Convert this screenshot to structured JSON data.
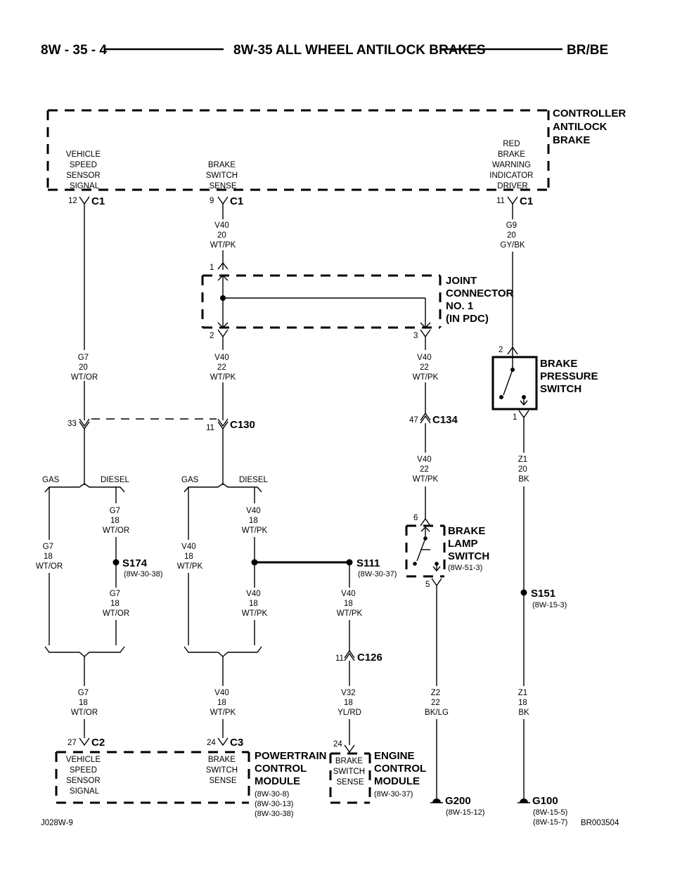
{
  "header": {
    "page_number": "8W - 35 - 4",
    "section_title": "8W-35 ALL WHEEL ANTILOCK BRAKES",
    "model": "BR/BE"
  },
  "footer": {
    "left_code": "J028W-9",
    "right_code": "BR003504"
  },
  "components": {
    "cab": {
      "title": [
        "CONTROLLER",
        "ANTILOCK",
        "BRAKE"
      ],
      "pins": {
        "vss": [
          "VEHICLE",
          "SPEED",
          "SENSOR",
          "SIGNAL"
        ],
        "bss": [
          "BRAKE",
          "SWITCH",
          "SENSE"
        ],
        "red": [
          "RED",
          "BRAKE",
          "WARNING",
          "INDICATOR",
          "DRIVER"
        ]
      }
    },
    "joint": {
      "title": [
        "JOINT",
        "CONNECTOR",
        "NO. 1",
        "(IN PDC)"
      ]
    },
    "bps": {
      "title": [
        "BRAKE",
        "PRESSURE",
        "SWITCH"
      ]
    },
    "bls": {
      "title": [
        "BRAKE",
        "LAMP",
        "SWITCH"
      ],
      "ref": "(8W-51-3)"
    },
    "pcm": {
      "title": [
        "POWERTRAIN",
        "CONTROL",
        "MODULE"
      ],
      "refs": [
        "(8W-30-8)",
        "(8W-30-13)",
        "(8W-30-38)"
      ],
      "pins": {
        "vss": [
          "VEHICLE",
          "SPEED",
          "SENSOR",
          "SIGNAL"
        ],
        "bss": [
          "BRAKE",
          "SWITCH",
          "SENSE"
        ]
      }
    },
    "ecm": {
      "title": [
        "ENGINE",
        "CONTROL",
        "MODULE"
      ],
      "ref": "(8W-30-37)",
      "pins": {
        "bss": [
          "BRAKE",
          "SWITCH",
          "SENSE"
        ]
      }
    }
  },
  "connectors": {
    "c1a": {
      "name": "C1",
      "pin": "12"
    },
    "c1b": {
      "name": "C1",
      "pin": "9"
    },
    "c1c": {
      "name": "C1",
      "pin": "11"
    },
    "c130": {
      "name": "C130",
      "pin_left": "33",
      "pin_right": "11"
    },
    "c134": {
      "name": "C134",
      "pin": "47"
    },
    "c126": {
      "name": "C126",
      "pin": "11"
    },
    "c2": {
      "name": "C2",
      "pin": "27"
    },
    "c3": {
      "name": "C3",
      "pin": "24"
    },
    "ecm_pin": "24",
    "joint_pins": {
      "top": "1",
      "bottom_left": "2",
      "bottom_right": "3"
    },
    "bps_pins": {
      "top": "2",
      "bottom": "1"
    },
    "bls_pins": {
      "top": "6",
      "bottom": "5"
    }
  },
  "splices": {
    "s174": {
      "name": "S174",
      "ref": "(8W-30-38)"
    },
    "s111": {
      "name": "S111",
      "ref": "(8W-30-37)"
    },
    "s151": {
      "name": "S151",
      "ref": "(8W-15-3)"
    }
  },
  "grounds": {
    "g200": {
      "name": "G200",
      "ref": "(8W-15-12)"
    },
    "g100": {
      "name": "G100",
      "refs": [
        "(8W-15-5)",
        "(8W-15-7)"
      ]
    }
  },
  "options": {
    "left": {
      "gas": "GAS",
      "diesel": "DIESEL"
    },
    "mid": {
      "gas": "GAS",
      "diesel": "DIESEL"
    }
  },
  "wires": {
    "v40_top": [
      "V40",
      "20",
      "WT/PK"
    ],
    "g9_top": [
      "G9",
      "20",
      "GY/BK"
    ],
    "g7_20": [
      "G7",
      "20",
      "WT/OR"
    ],
    "v40_22a": [
      "V40",
      "22",
      "WT/PK"
    ],
    "v40_22b": [
      "V40",
      "22",
      "WT/PK"
    ],
    "v40_22c": [
      "V40",
      "22",
      "WT/PK"
    ],
    "z1_20": [
      "Z1",
      "20",
      "BK"
    ],
    "g7_18_diesel": [
      "G7",
      "18",
      "WT/OR"
    ],
    "g7_18_gas": [
      "G7",
      "18",
      "WT/OR"
    ],
    "g7_18_s174": [
      "G7",
      "18",
      "WT/OR"
    ],
    "v40_18_diesel": [
      "V40",
      "18",
      "WT/PK"
    ],
    "v40_18_gas": [
      "V40",
      "18",
      "WT/PK"
    ],
    "v40_18_s111a": [
      "V40",
      "18",
      "WT/PK"
    ],
    "v40_18_s111b": [
      "V40",
      "18",
      "WT/PK"
    ],
    "g7_18_bot": [
      "G7",
      "18",
      "WT/OR"
    ],
    "v40_18_bot": [
      "V40",
      "18",
      "WT/PK"
    ],
    "v32_18": [
      "V32",
      "18",
      "YL/RD"
    ],
    "z2_22": [
      "Z2",
      "22",
      "BK/LG"
    ],
    "z1_18": [
      "Z1",
      "18",
      "BK"
    ]
  }
}
